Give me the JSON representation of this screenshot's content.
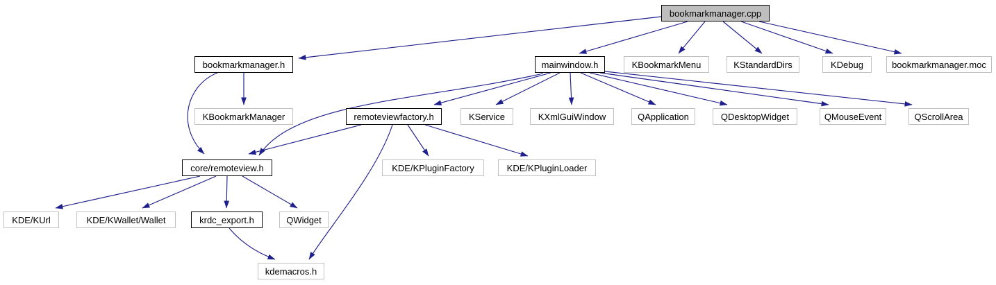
{
  "diagram": {
    "type": "include-dependency-graph",
    "root_file": "bookmarkmanager.cpp",
    "colors": {
      "edge": "#20208d",
      "root_fill": "#bebebe",
      "node_fill": "#ffffff",
      "documented_border": "#000000",
      "external_border": "#c1c1c1",
      "background": "#ffffff"
    },
    "nodes": {
      "bm_cpp": {
        "label": "bookmarkmanager.cpp",
        "kind": "root"
      },
      "bm_h": {
        "label": "bookmarkmanager.h",
        "kind": "documented"
      },
      "mainwindow_h": {
        "label": "mainwindow.h",
        "kind": "documented"
      },
      "kbookmarkmenu": {
        "label": "KBookmarkMenu",
        "kind": "external"
      },
      "kstandarddirs": {
        "label": "KStandardDirs",
        "kind": "external"
      },
      "kdebug": {
        "label": "KDebug",
        "kind": "external"
      },
      "bm_moc": {
        "label": "bookmarkmanager.moc",
        "kind": "external"
      },
      "kbookmarkmanager": {
        "label": "KBookmarkManager",
        "kind": "external"
      },
      "remoteviewfactory_h": {
        "label": "remoteviewfactory.h",
        "kind": "documented"
      },
      "kservice": {
        "label": "KService",
        "kind": "external"
      },
      "kxmlguiwindow": {
        "label": "KXmlGuiWindow",
        "kind": "external"
      },
      "qapplication": {
        "label": "QApplication",
        "kind": "external"
      },
      "qdesktopwidget": {
        "label": "QDesktopWidget",
        "kind": "external"
      },
      "qmouseevent": {
        "label": "QMouseEvent",
        "kind": "external"
      },
      "qscrollarea": {
        "label": "QScrollArea",
        "kind": "external"
      },
      "core_remoteview_h": {
        "label": "core/remoteview.h",
        "kind": "documented"
      },
      "kpluginfactory": {
        "label": "KDE/KPluginFactory",
        "kind": "external"
      },
      "kpluginloader": {
        "label": "KDE/KPluginLoader",
        "kind": "external"
      },
      "kurl": {
        "label": "KDE/KUrl",
        "kind": "external"
      },
      "kwallet": {
        "label": "KDE/KWallet/Wallet",
        "kind": "external"
      },
      "krdc_export_h": {
        "label": "krdc_export.h",
        "kind": "documented"
      },
      "qwidget": {
        "label": "QWidget",
        "kind": "external"
      },
      "kdemacros_h": {
        "label": "kdemacros.h",
        "kind": "external"
      }
    },
    "edges": [
      {
        "from": "bookmarkmanager.cpp",
        "to": "bookmarkmanager.h"
      },
      {
        "from": "bookmarkmanager.cpp",
        "to": "mainwindow.h"
      },
      {
        "from": "bookmarkmanager.cpp",
        "to": "KBookmarkMenu"
      },
      {
        "from": "bookmarkmanager.cpp",
        "to": "KStandardDirs"
      },
      {
        "from": "bookmarkmanager.cpp",
        "to": "KDebug"
      },
      {
        "from": "bookmarkmanager.cpp",
        "to": "bookmarkmanager.moc"
      },
      {
        "from": "bookmarkmanager.h",
        "to": "KBookmarkManager"
      },
      {
        "from": "bookmarkmanager.h",
        "to": "core/remoteview.h"
      },
      {
        "from": "mainwindow.h",
        "to": "remoteviewfactory.h"
      },
      {
        "from": "mainwindow.h",
        "to": "core/remoteview.h"
      },
      {
        "from": "mainwindow.h",
        "to": "KService"
      },
      {
        "from": "mainwindow.h",
        "to": "KXmlGuiWindow"
      },
      {
        "from": "mainwindow.h",
        "to": "QApplication"
      },
      {
        "from": "mainwindow.h",
        "to": "QDesktopWidget"
      },
      {
        "from": "mainwindow.h",
        "to": "QMouseEvent"
      },
      {
        "from": "mainwindow.h",
        "to": "QScrollArea"
      },
      {
        "from": "remoteviewfactory.h",
        "to": "core/remoteview.h"
      },
      {
        "from": "remoteviewfactory.h",
        "to": "KDE/KPluginFactory"
      },
      {
        "from": "remoteviewfactory.h",
        "to": "KDE/KPluginLoader"
      },
      {
        "from": "remoteviewfactory.h",
        "to": "kdemacros.h"
      },
      {
        "from": "core/remoteview.h",
        "to": "KDE/KUrl"
      },
      {
        "from": "core/remoteview.h",
        "to": "KDE/KWallet/Wallet"
      },
      {
        "from": "core/remoteview.h",
        "to": "krdc_export.h"
      },
      {
        "from": "core/remoteview.h",
        "to": "QWidget"
      },
      {
        "from": "krdc_export.h",
        "to": "kdemacros.h"
      }
    ]
  }
}
